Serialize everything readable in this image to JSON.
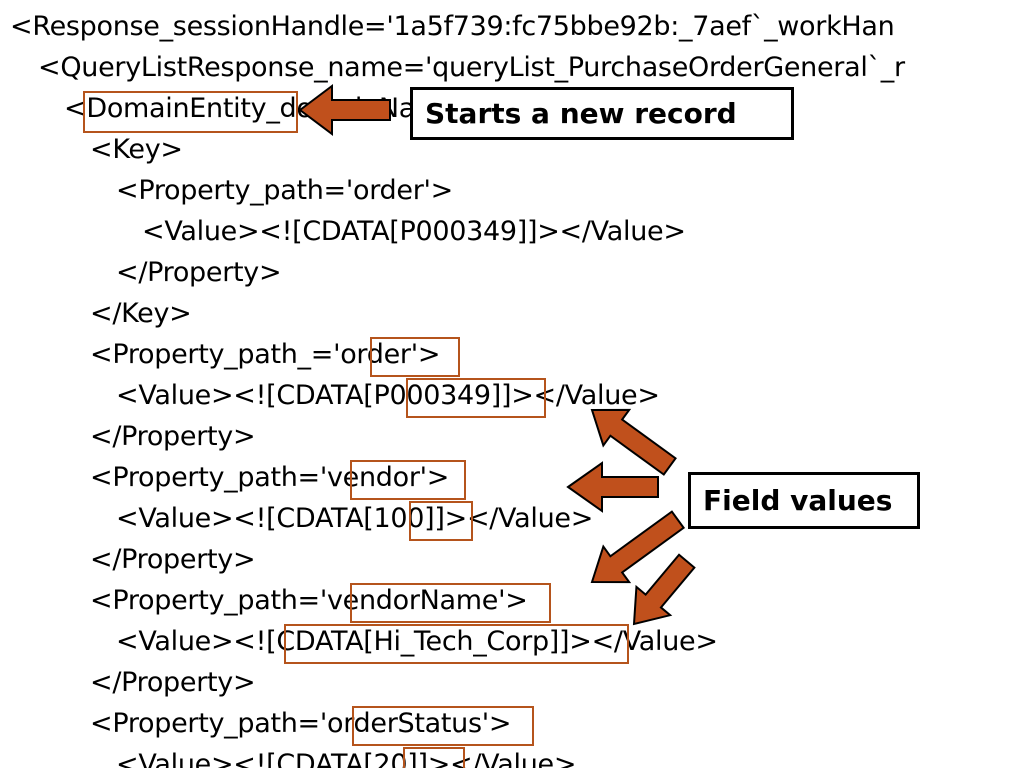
{
  "colors": {
    "highlight": "#b5541c",
    "arrow": "#c0501c",
    "text": "#000000",
    "background": "#ffffff"
  },
  "code_lines": [
    "<Response_sessionHandle='1a5f739:fc75bbe92b:_7aef`_workHan",
    "<QueryListResponse_name='queryList_PurchaseOrderGeneral`_r",
    "<DomainEntity_domainName='PurchaseOrder'",
    "<Key>",
    "<Property_path='order'>",
    "<Value><![CDATA[P000349]]></Value>",
    "</Property>",
    "</Key>",
    "<Property_path_='order'>",
    "<Value><![CDATA[P000349]]></Value>",
    "</Property>",
    "<Property_path='vendor'>",
    "<Value><![CDATA[100]]></Value>",
    "</Property>",
    "<Property_path='vendorName'>",
    "<Value><![CDATA[Hi_Tech_Corp]]></Value>",
    "</Property>",
    "<Property_path='orderStatus'>",
    "<Value><![CDATA[20]]></Value>"
  ],
  "callouts": {
    "new_record": "Starts a new record",
    "field_values": "Field values"
  },
  "arrow_icons": [
    "arrow-left-icon",
    "arrow-up-left-icon",
    "arrow-left-icon",
    "arrow-down-left-icon",
    "arrow-down-left-icon"
  ]
}
